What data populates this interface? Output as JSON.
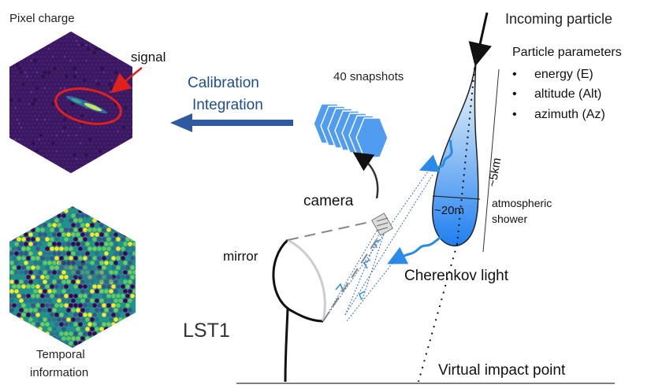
{
  "labels": {
    "pixel_charge": "Pixel charge",
    "signal": "signal",
    "calibration": "Calibration",
    "integration": "Integration",
    "snapshots": "40 snapshots",
    "incoming_particle": "Incoming particle",
    "particle_parameters": "Particle parameters",
    "parameters": [
      "energy (E)",
      "altitude (Alt)",
      "azimuth (Az)"
    ],
    "bullet": "•",
    "length_5km": "~5km",
    "width_20m": "~20m",
    "atmospheric": "atmospheric",
    "shower": "shower",
    "camera": "camera",
    "mirror": "mirror",
    "cherenkov_light": "Cherenkov light",
    "lst1": "LST1",
    "temporal": "Temporal",
    "information": "information",
    "virtual_impact_point": "Virtual impact point"
  },
  "colors": {
    "camera_bg": "#3b1760",
    "signal_ring": "#e0201c",
    "arrow_blue": "#2f5aa0",
    "snapshot_fill": "#4f9cf0",
    "snapshot_stroke": "#ffffff",
    "shower_blue": "#1e7ff0",
    "light_ray": "#2b8be8",
    "temporal_palette": [
      "#440154",
      "#3b528b",
      "#21918c",
      "#5ec962",
      "#fde725",
      "#2c728e",
      "#6ece58"
    ]
  }
}
